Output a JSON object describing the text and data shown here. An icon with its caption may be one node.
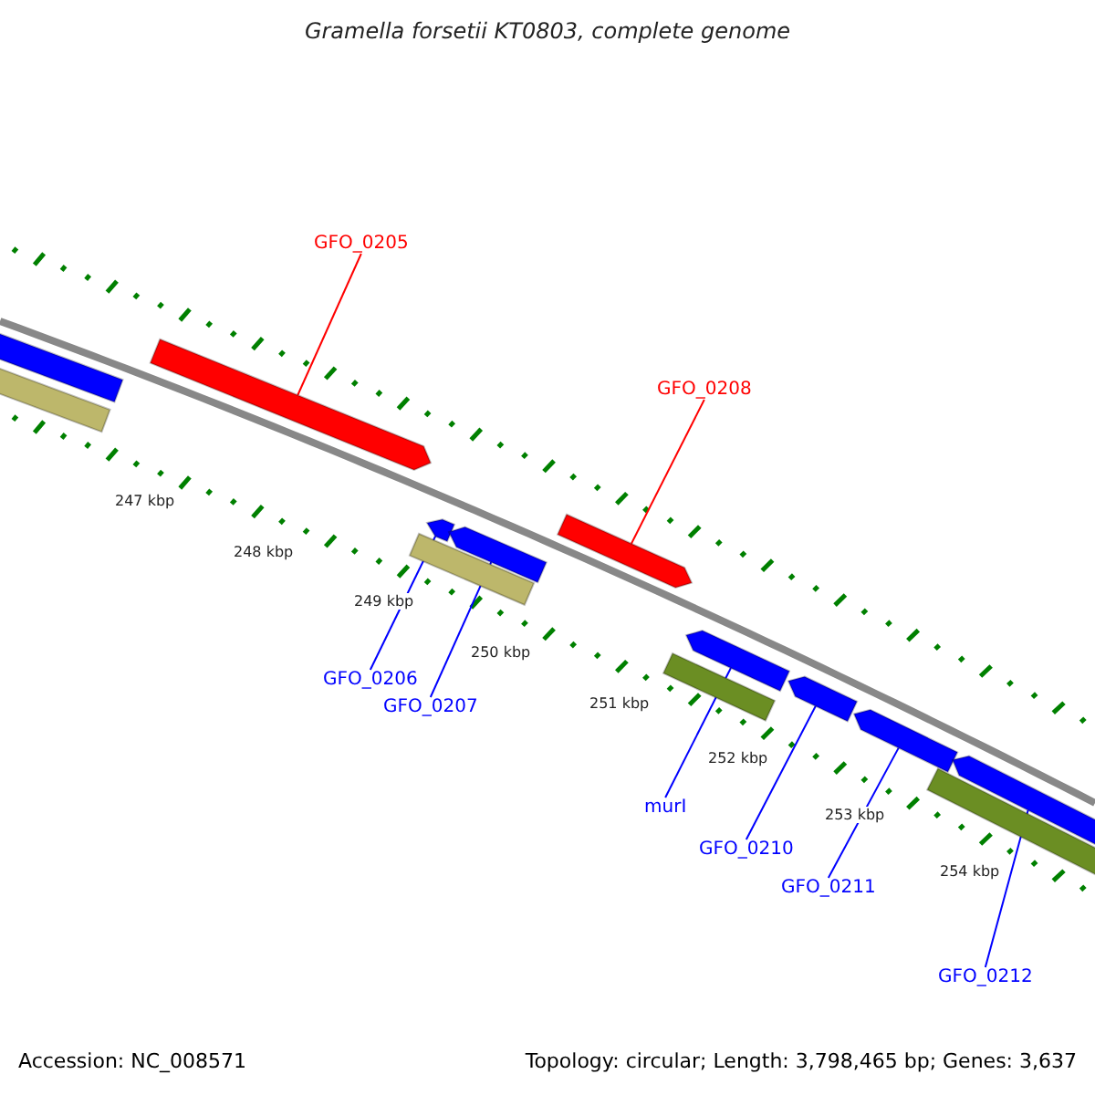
{
  "diagram": {
    "title": "Gramella forsetii KT0803, complete genome",
    "nodes": [
      {
        "text": [
          "GFO_0205"
        ]
      },
      {
        "text": [],
        "shape": "arrow"
      },
      {
        "text": [
          "GFO_0208"
        ]
      },
      {
        "text": [],
        "shape": "arrow"
      },
      {
        "text": [
          "GFO_0206"
        ]
      },
      {
        "text": [],
        "shape": "arrow"
      },
      {
        "text": [
          "GFO_0207"
        ]
      },
      {
        "text": [],
        "shape": "arrow"
      },
      {
        "text": [
          "murI"
        ]
      },
      {
        "text": [],
        "shape": "arrow"
      },
      {
        "text": [
          "GFO_0210"
        ]
      },
      {
        "text": [],
        "shape": "arrow"
      },
      {
        "text": [
          "GFO_0211"
        ]
      },
      {
        "text": [],
        "shape": "arrow"
      },
      {
        "text": [
          "GFO_0212"
        ]
      },
      {
        "text": [],
        "shape": "arrow"
      }
    ],
    "edges": [
      {
        "from": 0,
        "to": 1,
        "arrow": "none",
        "color": "#ff0000"
      },
      {
        "from": 2,
        "to": 3,
        "arrow": "none",
        "color": "#ff0000"
      },
      {
        "from": 4,
        "to": 5,
        "arrow": "none"
      },
      {
        "from": 6,
        "to": 7,
        "arrow": "none"
      },
      {
        "from": 8,
        "to": 9,
        "arrow": "none"
      },
      {
        "from": 10,
        "to": 11,
        "arrow": "none"
      },
      {
        "from": 12,
        "to": 13,
        "arrow": "none"
      },
      {
        "from": 14,
        "to": 15,
        "arrow": "none"
      }
    ],
    "labels": [
      "247 kbp",
      "248 kbp",
      "249 kbp",
      "250 kbp",
      "251 kbp",
      "252 kbp",
      "253 kbp",
      "254 kbp",
      "Accession: NC_008571",
      "Topology: circular; Length: 3,798,465 bp; Genes: 3,637"
    ]
  }
}
